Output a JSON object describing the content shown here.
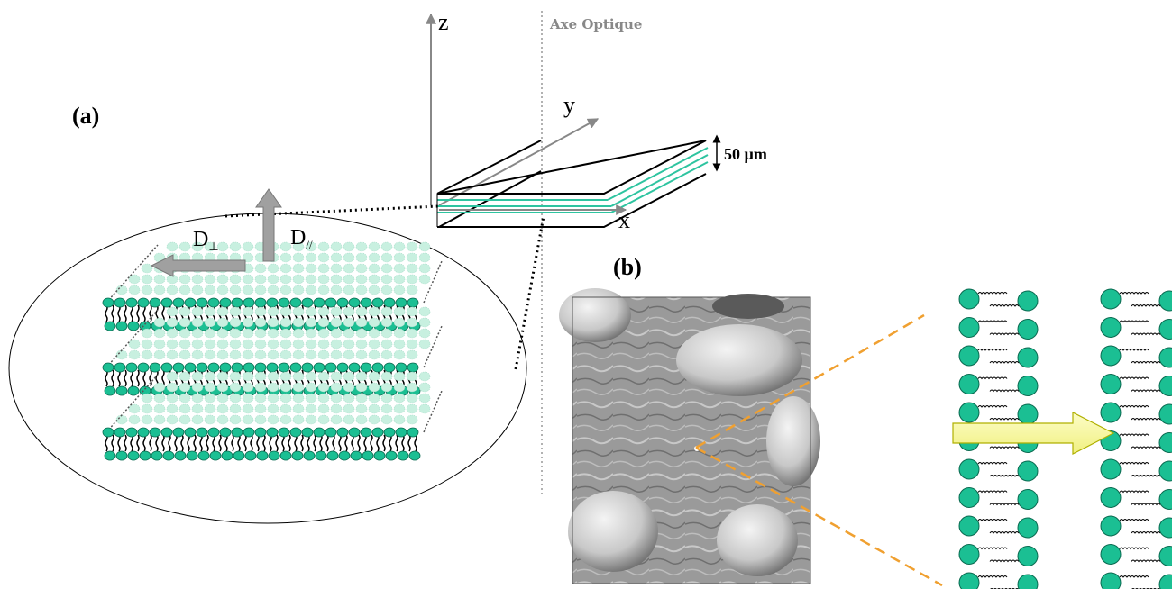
{
  "labels": {
    "panel_a": "(a)",
    "panel_b": "(b)",
    "axis_z": "z",
    "axis_y": "y",
    "axis_x": "x",
    "optical_axis": "Axe Optique",
    "thickness": "50 µm",
    "d_perp_main": "D",
    "d_perp_sub": "⊥",
    "d_par_main": "D",
    "d_par_sub": "//"
  },
  "colors": {
    "lipid_head": "#1bbf93",
    "lipid_head_faint": "#c8f0e0",
    "sample_stripes": "#2ec4a0",
    "arrow_gray": "#a0a0a0",
    "dashed_orange": "#f0a030",
    "yellow_arrow": "#fafaa0",
    "optical_axis": "#999999"
  },
  "icons": {
    "diffusion_arrows": "block-arrow-icon",
    "flow_arrow": "yellow-arrow-icon"
  }
}
